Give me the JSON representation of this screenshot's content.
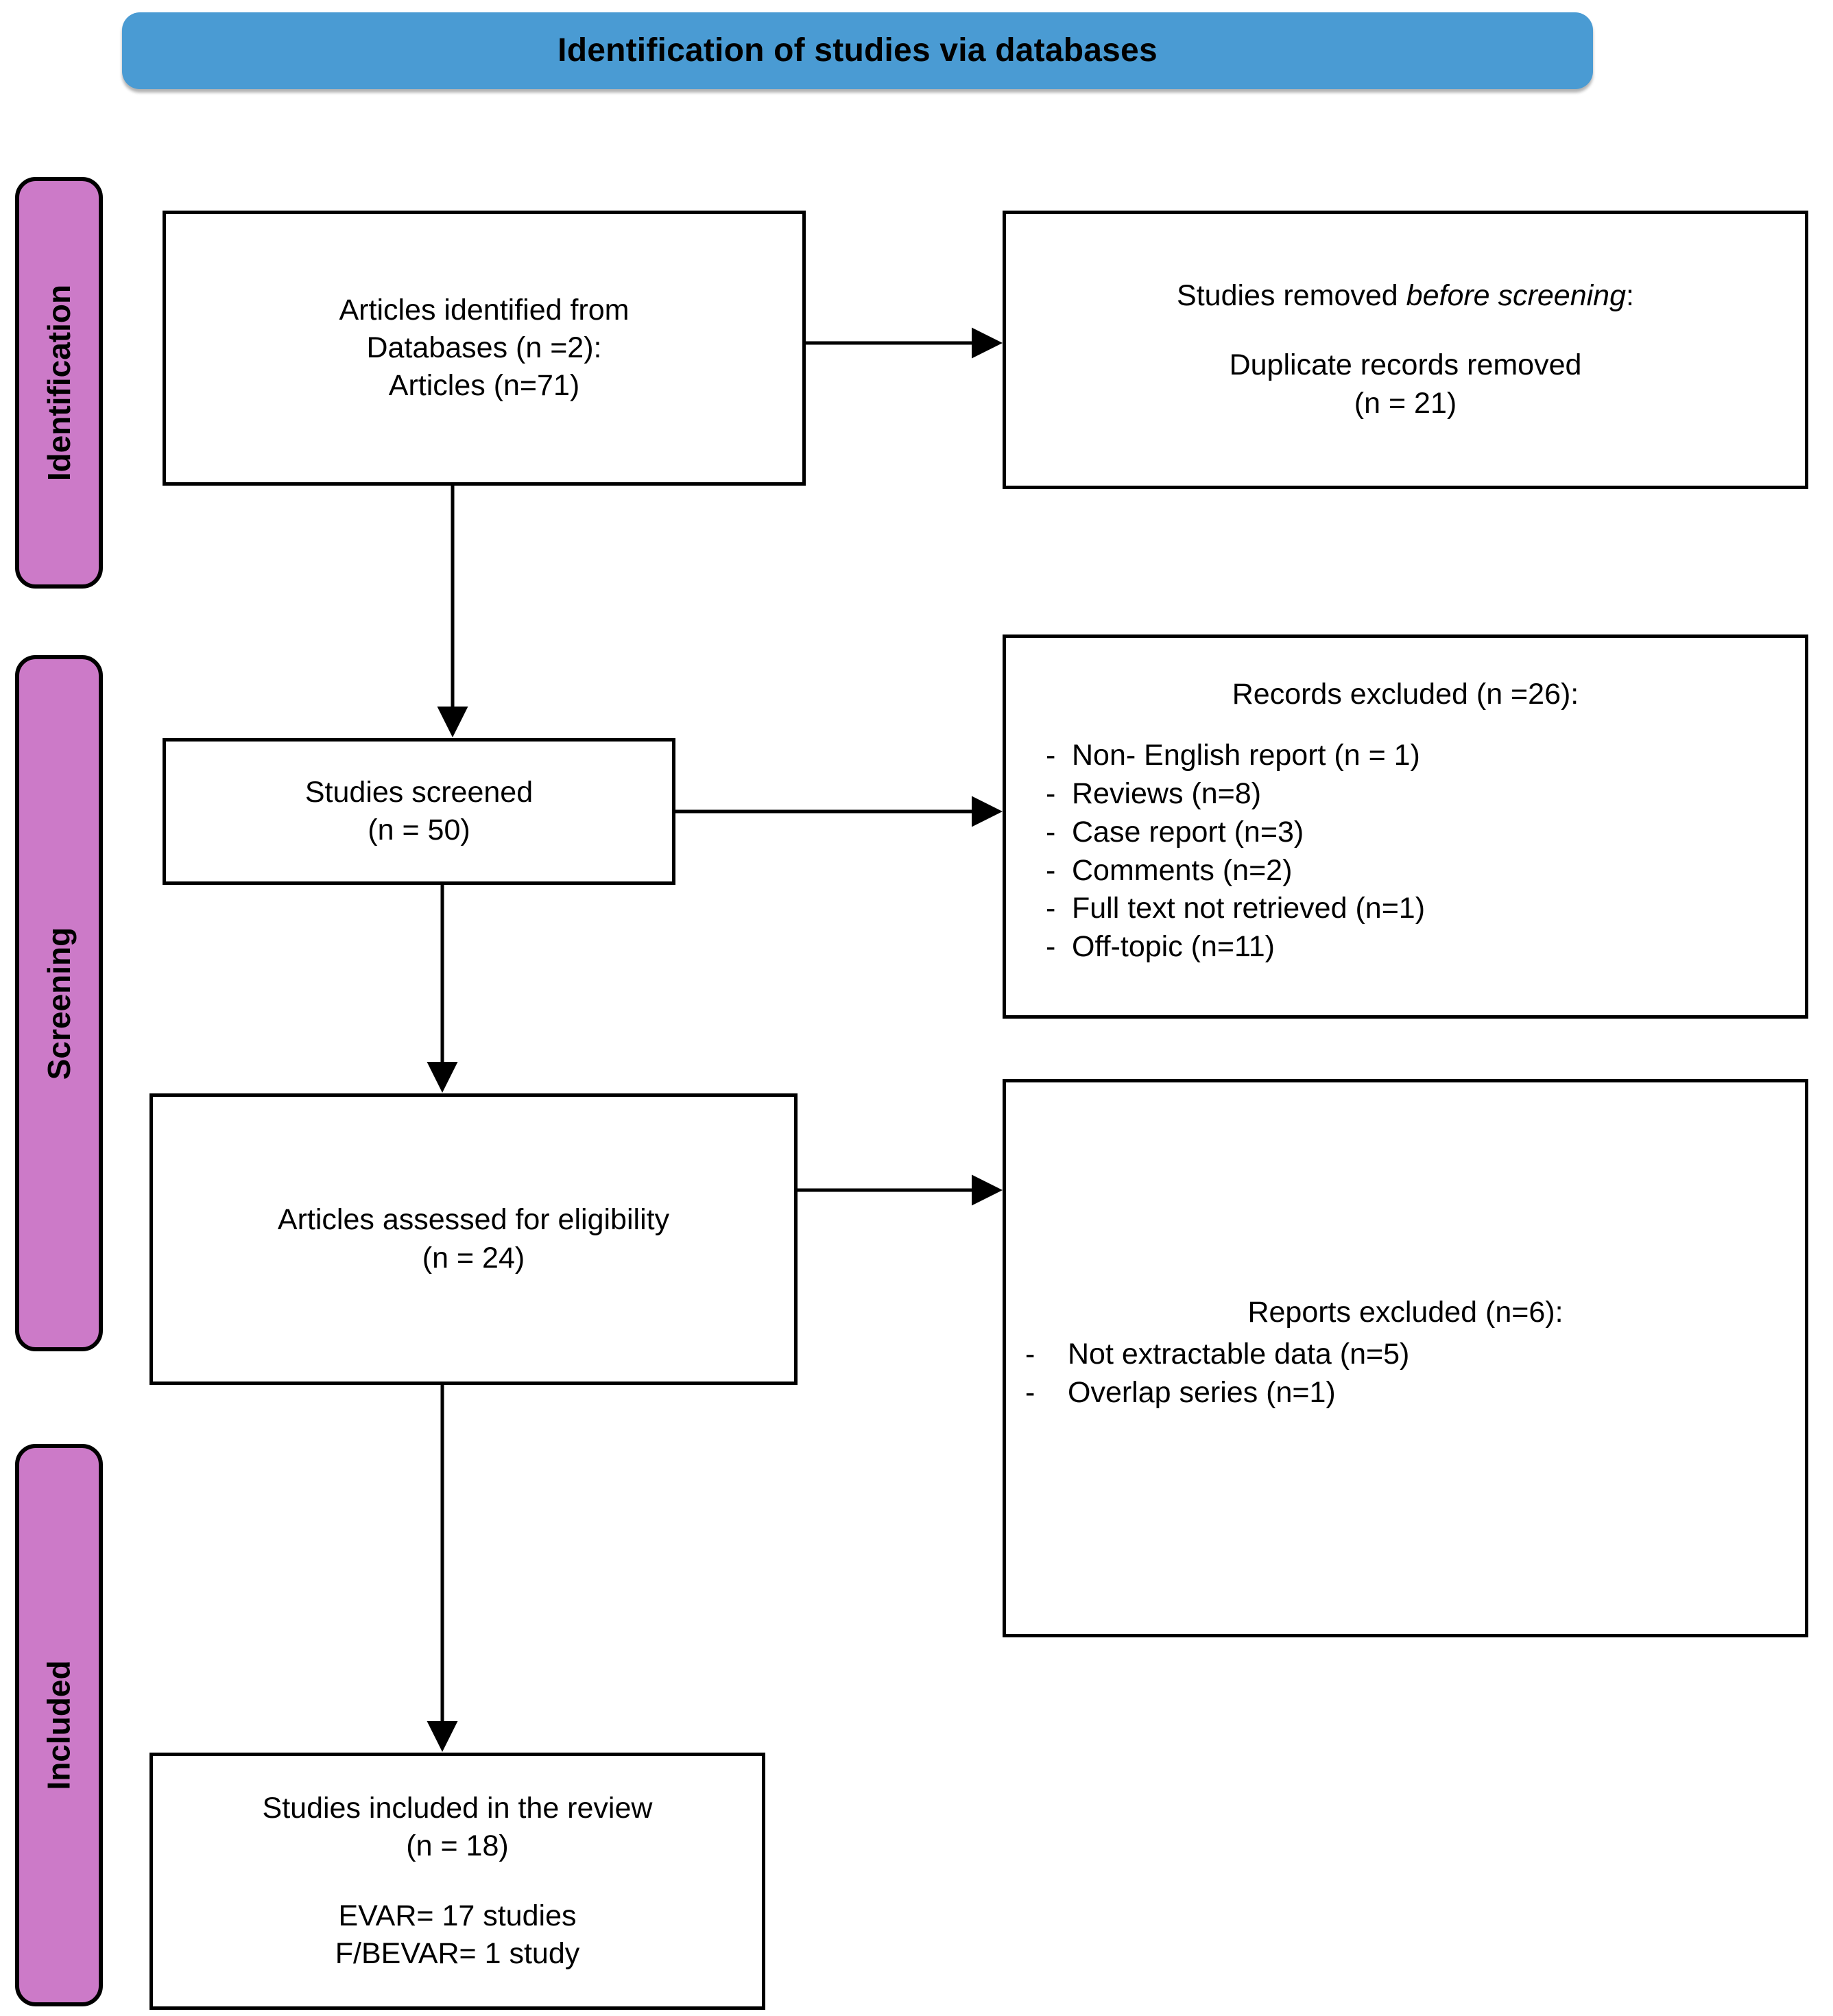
{
  "banner": {
    "title": "Identification of studies via databases",
    "color": "#4a9bd3"
  },
  "stages": {
    "identification": "Identification",
    "screening": "Screening",
    "included": "Included",
    "color": "#cc7ac8"
  },
  "boxes": {
    "identified": {
      "line1": "Articles identified from",
      "line2": "Databases (n =2):",
      "line3": "Articles (n=71)"
    },
    "removed": {
      "head_prefix": "Studies removed ",
      "head_italic": "before screening",
      "head_suffix": ":",
      "line1": "Duplicate records removed",
      "line2": "(n = 21)"
    },
    "screened": {
      "line1": "Studies screened",
      "line2": "(n = 50)"
    },
    "records_excluded": {
      "head": "Records excluded (n =26):",
      "bullet_marker": "-",
      "items": [
        "Non- English report (n = 1)",
        "Reviews (n=8)",
        "Case report (n=3)",
        "Comments (n=2)",
        "Full text not retrieved (n=1)",
        "Off-topic (n=11)"
      ]
    },
    "eligibility": {
      "line1": "Articles assessed for eligibility",
      "line2": "(n = 24)"
    },
    "reports_excluded": {
      "head": "Reports excluded (n=6):",
      "bullet_marker": "-",
      "items": [
        "Not extractable data (n=5)",
        "Overlap series (n=1)"
      ]
    },
    "included": {
      "line1": "Studies included in the review",
      "line2": "(n = 18)",
      "line3": "EVAR= 17 studies",
      "line4": "F/BEVAR= 1 study"
    }
  },
  "chart_data": {
    "type": "diagram",
    "diagram_type": "PRISMA flow diagram",
    "title": "Identification of studies via databases",
    "stages": [
      "Identification",
      "Screening",
      "Included"
    ],
    "nodes": [
      {
        "id": "identified",
        "stage": "Identification",
        "label": "Articles identified from Databases (n =2): Articles (n=71)",
        "n": 71,
        "databases": 2
      },
      {
        "id": "removed",
        "stage": "Identification",
        "label": "Studies removed before screening: Duplicate records removed (n = 21)",
        "n": 21
      },
      {
        "id": "screened",
        "stage": "Screening",
        "label": "Studies screened (n = 50)",
        "n": 50
      },
      {
        "id": "records_excluded",
        "stage": "Screening",
        "label": "Records excluded (n =26)",
        "n": 26,
        "breakdown": [
          {
            "reason": "Non- English report",
            "n": 1
          },
          {
            "reason": "Reviews",
            "n": 8
          },
          {
            "reason": "Case report",
            "n": 3
          },
          {
            "reason": "Comments",
            "n": 2
          },
          {
            "reason": "Full text not retrieved",
            "n": 1
          },
          {
            "reason": "Off-topic",
            "n": 11
          }
        ]
      },
      {
        "id": "eligibility",
        "stage": "Screening",
        "label": "Articles assessed for eligibility (n = 24)",
        "n": 24
      },
      {
        "id": "reports_excluded",
        "stage": "Screening",
        "label": "Reports excluded (n=6)",
        "n": 6,
        "breakdown": [
          {
            "reason": "Not extractable data",
            "n": 5
          },
          {
            "reason": "Overlap series",
            "n": 1
          }
        ]
      },
      {
        "id": "included",
        "stage": "Included",
        "label": "Studies included in the review (n = 18)",
        "n": 18,
        "breakdown": [
          {
            "reason": "EVAR",
            "n": 17,
            "unit": "studies"
          },
          {
            "reason": "F/BEVAR",
            "n": 1,
            "unit": "study"
          }
        ]
      }
    ],
    "edges": [
      {
        "from": "identified",
        "to": "removed",
        "direction": "right"
      },
      {
        "from": "identified",
        "to": "screened",
        "direction": "down"
      },
      {
        "from": "screened",
        "to": "records_excluded",
        "direction": "right"
      },
      {
        "from": "screened",
        "to": "eligibility",
        "direction": "down"
      },
      {
        "from": "eligibility",
        "to": "reports_excluded",
        "direction": "right"
      },
      {
        "from": "eligibility",
        "to": "included",
        "direction": "down"
      }
    ]
  }
}
